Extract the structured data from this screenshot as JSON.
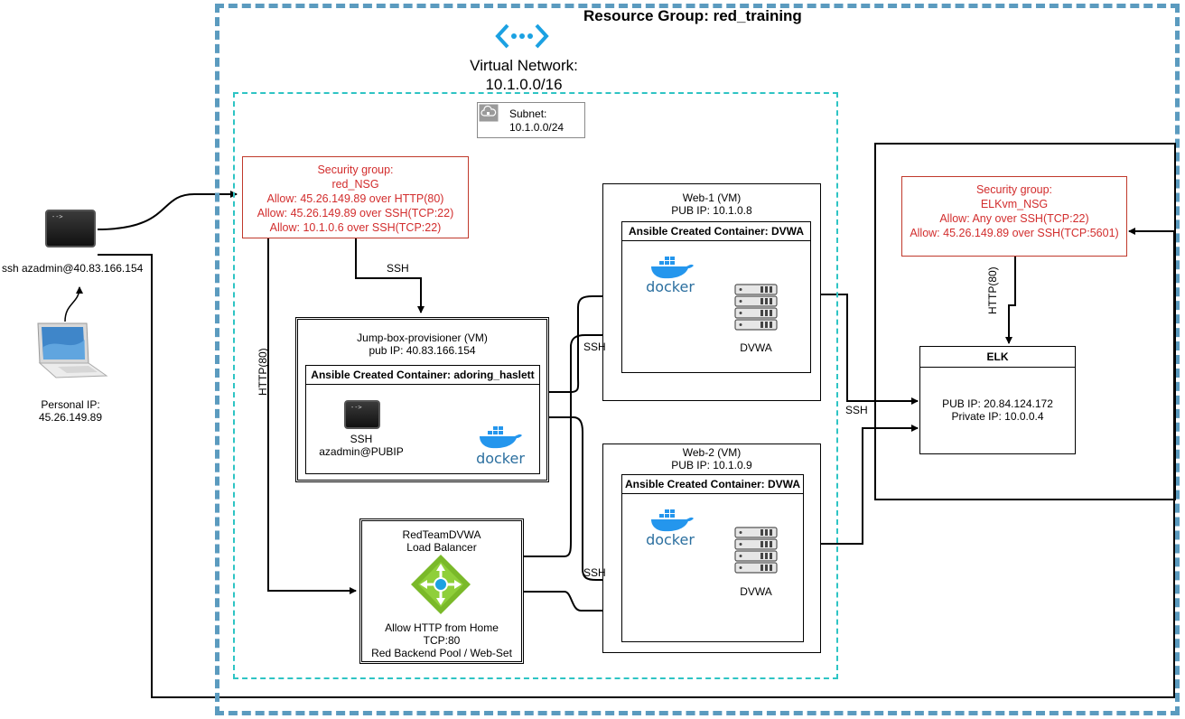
{
  "resource_group": {
    "title": "Resource Group: red_training"
  },
  "vnet": {
    "line1": "Virtual Network:",
    "line2": "10.1.0.0/16"
  },
  "subnet": {
    "line1": "Subnet:",
    "line2": "10.1.0.0/24"
  },
  "red_nsg": {
    "lines": [
      "Security group:",
      "red_NSG",
      "Allow: 45.26.149.89 over HTTP(80)",
      "Allow: 45.26.149.89 over SSH(TCP:22)",
      "Allow: 10.1.0.6 over SSH(TCP:22)"
    ]
  },
  "elk_nsg": {
    "lines": [
      "Security group:",
      "ELKvm_NSG",
      "Allow: Any over SSH(TCP:22)",
      "Allow: 45.26.149.89 over SSH(TCP:5601)"
    ]
  },
  "jumpbox": {
    "title": "Jump-box-provisioner (VM)",
    "ip": "pub IP: 40.83.166.154",
    "container_title": "Ansible Created Container: adoring_haslett",
    "ssh_line1": "SSH",
    "ssh_line2": "azadmin@PUBIP",
    "docker_label": "docker"
  },
  "web1": {
    "title": "Web-1 (VM)",
    "ip": "PUB IP: 10.1.0.8",
    "container_title": "Ansible Created Container: DVWA",
    "docker_label": "docker",
    "app_label": "DVWA"
  },
  "web2": {
    "title": "Web-2 (VM)",
    "ip": "PUB IP: 10.1.0.9",
    "container_title": "Ansible Created Container: DVWA",
    "docker_label": "docker",
    "app_label": "DVWA"
  },
  "load_balancer": {
    "line1": "RedTeamDVWA",
    "line2": "Load Balancer",
    "line3": "Allow HTTP from Home",
    "line4": "TCP:80",
    "line5": "Red Backend Pool / Web-Set"
  },
  "elk": {
    "title": "ELK",
    "pub_ip": "PUB IP: 20.84.124.172",
    "private_ip": "Private IP: 10.0.0.4"
  },
  "personal": {
    "ssh_cmd": "ssh azadmin@40.83.166.154",
    "ip_label": "Personal IP:",
    "ip_value": "45.26.149.89"
  },
  "edge_labels": {
    "ssh_nsg_to_jump": "SSH",
    "http_left": "HTTP(80)",
    "ssh_to_web1": "SSH",
    "ssh_to_web2": "SSH",
    "ssh_to_elk": "SSH",
    "http_elk": "HTTP(80)"
  },
  "colors": {
    "rg_border": "#5b9bbf",
    "vnet_border": "#2ec4c4",
    "nsg_text": "#d22d2d",
    "azure_blue": "#1ba1e2",
    "lb_green": "#7ab929",
    "docker_blue": "#2496ed"
  },
  "icons": {
    "vnet": "vnet-icon",
    "subnet": "subnet-icon",
    "terminal": "terminal-icon",
    "laptop": "laptop-icon",
    "docker": "docker-icon",
    "server": "server-icon",
    "load_balancer": "load-balancer-icon"
  }
}
